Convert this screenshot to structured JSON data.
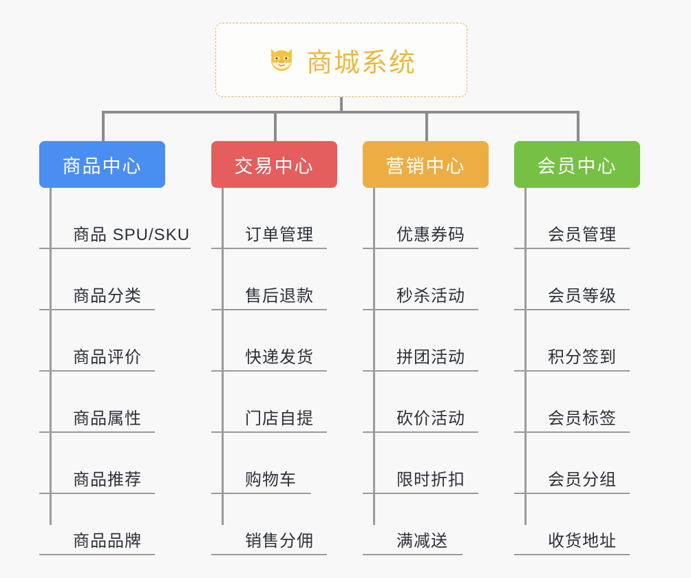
{
  "page": {
    "background_color": "#f8f8f8",
    "type": "org-chart"
  },
  "root": {
    "icon": "shiba-dog-emoji",
    "title": "商城系统",
    "text_color": "#ecb93f",
    "border_color": "#e8b455",
    "border_style": "dashed"
  },
  "connector": {
    "color": "#8c8c8c"
  },
  "categories": [
    {
      "label": "商品中心",
      "color": "#4a8ef2",
      "items": [
        "商品 SPU/SKU",
        "商品分类",
        "商品评价",
        "商品属性",
        "商品推荐",
        "商品品牌"
      ]
    },
    {
      "label": "交易中心",
      "color": "#e55d5d",
      "items": [
        "订单管理",
        "售后退款",
        "快递发货",
        "门店自提",
        "购物车",
        "销售分佣"
      ]
    },
    {
      "label": "营销中心",
      "color": "#eead43",
      "items": [
        "优惠券码",
        "秒杀活动",
        "拼团活动",
        "砍价活动",
        "限时折扣",
        "满减送"
      ]
    },
    {
      "label": "会员中心",
      "color": "#76c044",
      "items": [
        "会员管理",
        "会员等级",
        "积分签到",
        "会员标签",
        "会员分组",
        "收货地址"
      ]
    }
  ]
}
